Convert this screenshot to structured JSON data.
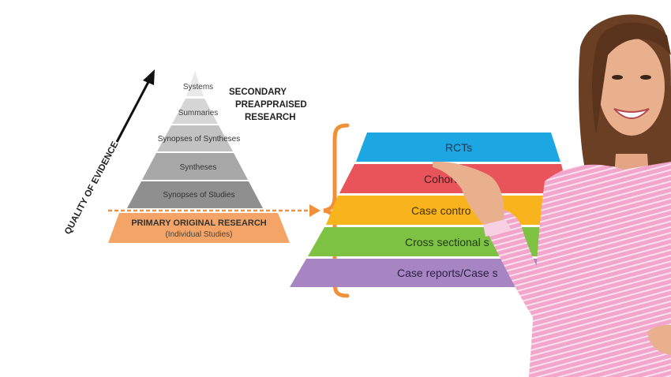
{
  "axis_label": "QUALITY OF EVIDENCE",
  "secondary_label": [
    "SECONDARY",
    "PREAPPRAISED",
    "RESEARCH"
  ],
  "left_pyramid": {
    "levels": [
      "Systems",
      "Summaries",
      "Synopses of Syntheses",
      "Syntheses",
      "Synopses of Studies"
    ],
    "primary_title": "PRIMARY ORIGINAL RESEARCH",
    "primary_subtitle": "(Individual Studies)"
  },
  "right_pyramid": {
    "levels": [
      "RCTs",
      "Cohort s",
      "Case contro",
      "Cross sectional s",
      "Case reports/Case s"
    ]
  },
  "colors": {
    "orange": "#f0913a",
    "rcts": "#1ca6e2",
    "cohort": "#e8545a",
    "case_control": "#f8b41c",
    "cross_sectional": "#7dc243",
    "case_reports": "#a685c2",
    "shirt": "#f2a6cc"
  }
}
